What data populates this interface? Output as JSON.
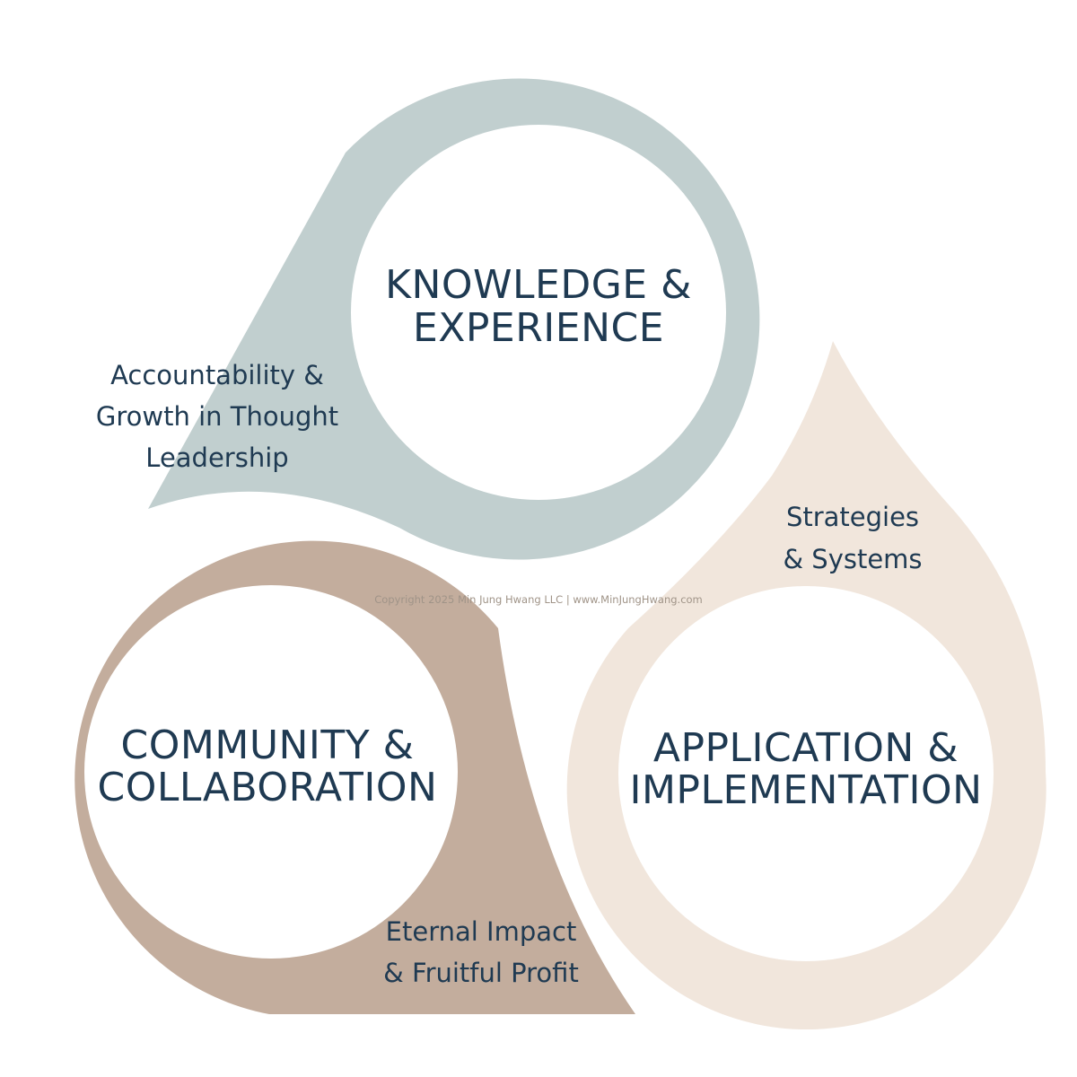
{
  "colors": {
    "background": "#ffffff",
    "text": "#1f3a52",
    "knowledge_ring": "#c1cfcf",
    "application_ring": "#f1e6dc",
    "community_ring": "#c3ad9d",
    "copyright_text": "#a09488",
    "inner_circle": "#ffffff"
  },
  "knowledge": {
    "line1": "KNOWLEDGE &",
    "line2": "EXPERIENCE",
    "caption": {
      "line1": "Accountability &",
      "line2": "Growth in Thought",
      "line3": "Leadership"
    }
  },
  "application": {
    "line1": "APPLICATION &",
    "line2": "IMPLEMENTATION",
    "caption": {
      "line1": "Strategies",
      "line2": "& Systems"
    }
  },
  "community": {
    "line1": "COMMUNITY &",
    "line2": "COLLABORATION",
    "caption": {
      "line1": "Eternal Impact",
      "line2": "& Fruitful Profit"
    }
  },
  "copyright": "Copyright 2025 Min Jung Hwang LLC  |  www.MinJungHwang.com"
}
